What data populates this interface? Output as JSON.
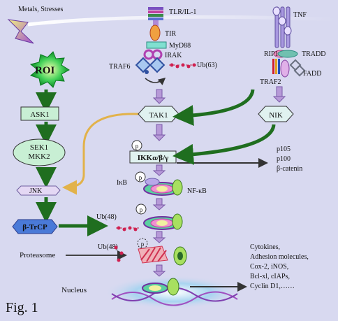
{
  "figure": {
    "label": "Fig. 1",
    "background": "#d8d9f0"
  },
  "labels": {
    "metals_stresses": "Metals, Stresses",
    "roi": "ROI",
    "ask1": "ASK1",
    "sek1": "SEK1",
    "mkk2": "MKK2",
    "jnk": "JNK",
    "btrcp": "β-TrCP",
    "ub48_a": "Ub(48)",
    "ub48_b": "Ub(48)",
    "proteasome": "Proteasome",
    "nucleus": "Nucleus",
    "tlr": "TLR/IL-1",
    "tir": "TIR",
    "myd88": "MyD88",
    "irak": "IRAK",
    "traf6": "TRAF6",
    "ub63": "Ub(63)",
    "tnf": "TNF",
    "rip1": "RIP1",
    "tradd": "TRADD",
    "traf2": "TRAF2",
    "fadd": "FADD",
    "tak1": "TAK1",
    "nik": "NIK",
    "ikk": "IKKα/β/γ",
    "ikb": "IκB",
    "nfkb": "NF-κB",
    "p": "p"
  },
  "ikk_targets": [
    "p105",
    "p100",
    "β-catenin"
  ],
  "genes": [
    "Cytokines,",
    "Adhesion molecules,",
    "Cox-2, iNOS,",
    "Bcl-xl, cIAPs,",
    "Cyclin D1,……"
  ],
  "colors": {
    "green_arrow": "#1f6e1f",
    "purple_arrow": "#b79ad8",
    "orange_arrow": "#e2b24a",
    "box_fill": "#c8efd4",
    "roi_fill": "#2ec04a"
  },
  "icons": [
    "lightning-bolt-icon"
  ]
}
